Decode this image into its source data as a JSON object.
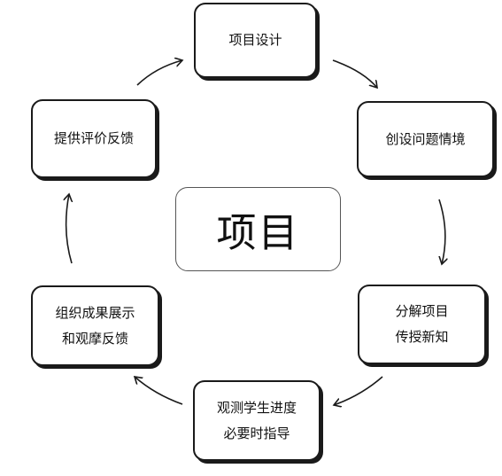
{
  "center": {
    "label": "项目"
  },
  "nodes": {
    "design": {
      "lines": [
        "项目设计"
      ]
    },
    "scenario": {
      "lines": [
        "创设问题情境"
      ]
    },
    "split": {
      "lines": [
        "分解项目",
        "传授新知"
      ]
    },
    "observe": {
      "lines": [
        "观测学生进度",
        "必要时指导"
      ]
    },
    "show": {
      "lines": [
        "组织成果展示",
        "和观摩反馈"
      ]
    },
    "feedback": {
      "lines": [
        "提供评价反馈"
      ]
    }
  },
  "colors": {
    "stroke": "#1a1a1a",
    "center_border": "#555555",
    "background": "#ffffff"
  },
  "arrow_icon": "arrow-icon"
}
